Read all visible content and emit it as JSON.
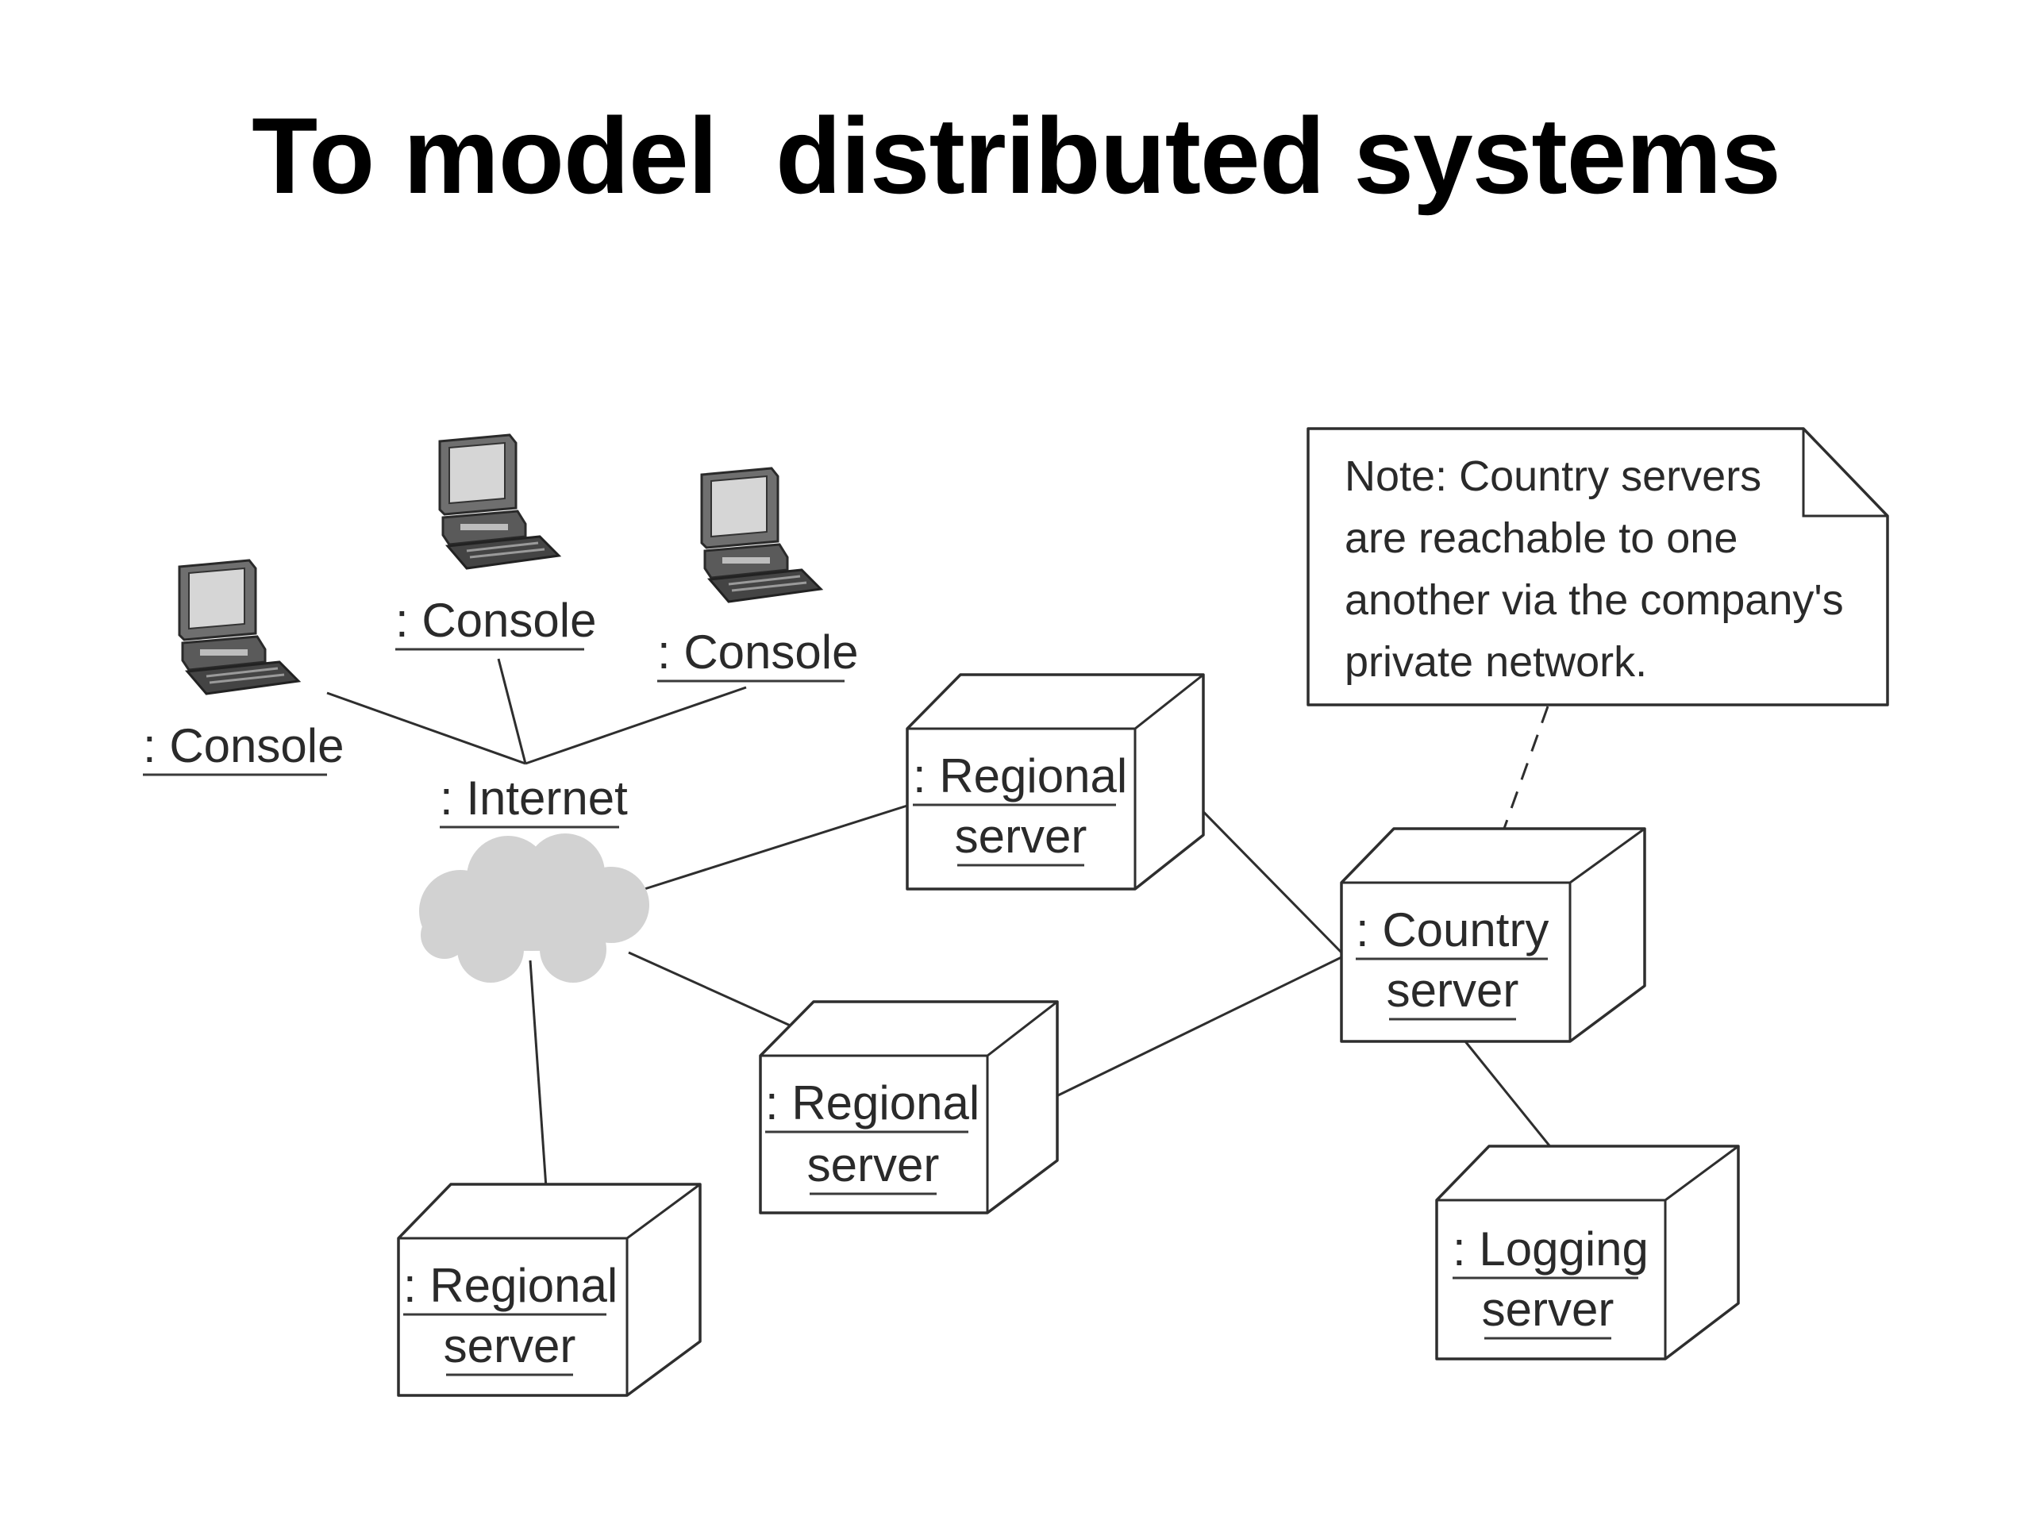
{
  "title": "To model  distributed systems",
  "consoles": [
    {
      "label": ": Console"
    },
    {
      "label": ": Console"
    },
    {
      "label": ": Console"
    }
  ],
  "internet": {
    "label": ": Internet"
  },
  "nodes": {
    "regional_1": {
      "line1": ": Regional",
      "line2": "server"
    },
    "regional_2": {
      "line1": ": Regional",
      "line2": "server"
    },
    "regional_3": {
      "line1": ": Regional",
      "line2": "server"
    },
    "country": {
      "line1": ": Country",
      "line2": "server"
    },
    "logging": {
      "line1": ": Logging",
      "line2": "server"
    }
  },
  "note": {
    "lines": [
      "Note: Country servers",
      "are reachable to one",
      "another via the company's",
      "private network."
    ]
  }
}
